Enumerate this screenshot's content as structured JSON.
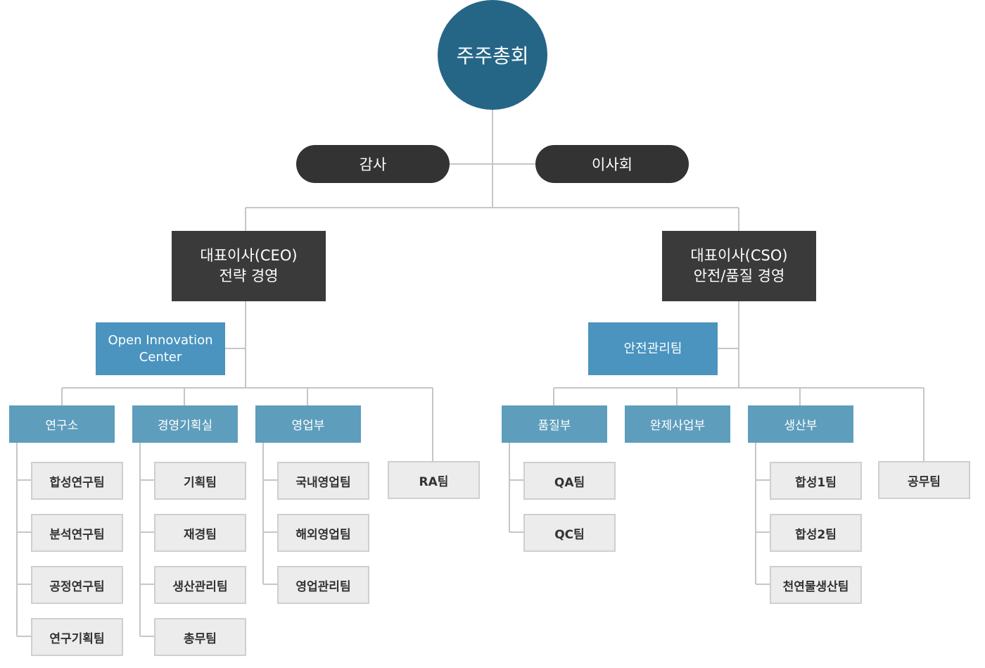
{
  "colors": {
    "top": "#256687",
    "pill": "#333333",
    "exec": "#3a3a3a",
    "staff": "#4a94bf",
    "dept": "#5e9dbc",
    "team_bg": "#ececec",
    "team_border": "#cfcfcf",
    "line": "#c6c6c6"
  },
  "top": {
    "label": "주주총회"
  },
  "audit": {
    "label": "감사"
  },
  "board": {
    "label": "이사회"
  },
  "ceo": {
    "line1": "대표이사(CEO)",
    "line2": "전략 경영"
  },
  "cso": {
    "line1": "대표이사(CSO)",
    "line2": "안전/품질 경영"
  },
  "oic": {
    "line1": "Open Innovation",
    "line2": "Center"
  },
  "safety": {
    "label": "안전관리팀"
  },
  "depts": {
    "research": {
      "label": "연구소",
      "teams": [
        "합성연구팀",
        "분석연구팀",
        "공정연구팀",
        "연구기획팀"
      ]
    },
    "planning": {
      "label": "경영기획실",
      "teams": [
        "기획팀",
        "재경팀",
        "생산관리팀",
        "총무팀"
      ]
    },
    "sales": {
      "label": "영업부",
      "teams": [
        "국내영업팀",
        "해외영업팀",
        "영업관리팀"
      ]
    },
    "ra": {
      "label": "RA팀"
    },
    "quality": {
      "label": "품질부",
      "teams": [
        "QA팀",
        "QC팀"
      ]
    },
    "finished": {
      "label": "완제사업부"
    },
    "production": {
      "label": "생산부",
      "teams": [
        "합성1팀",
        "합성2팀",
        "천연물생산팀"
      ]
    },
    "works": {
      "label": "공무팀"
    }
  }
}
